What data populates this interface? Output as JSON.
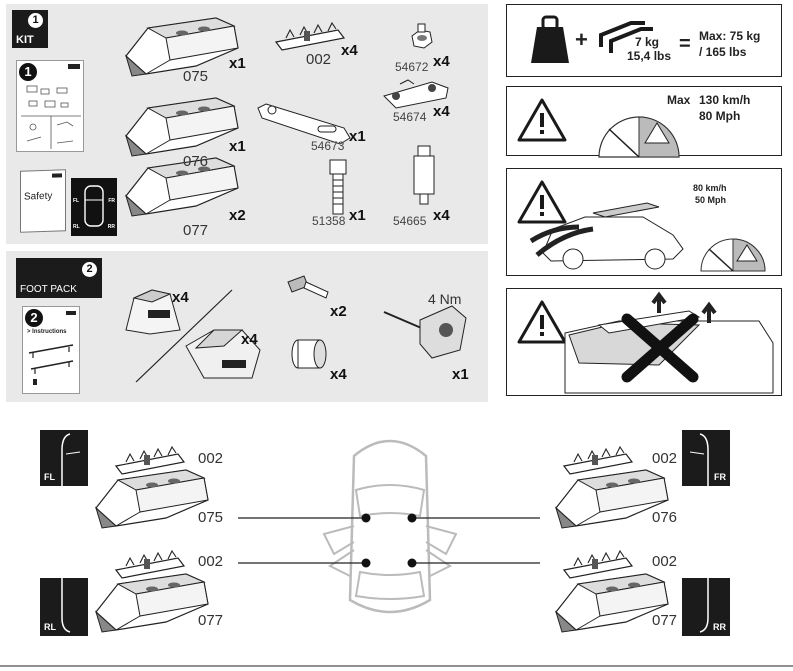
{
  "kit": {
    "tab_number": "1",
    "tab_label": "KIT",
    "booklet_number": "1",
    "safety_label": "Safety",
    "mini_car_labels": [
      "FL",
      "FR",
      "RL",
      "RR"
    ],
    "parts": [
      {
        "code": "075",
        "qty": "x1"
      },
      {
        "code": "076",
        "qty": "x1"
      },
      {
        "code": "077",
        "qty": "x2"
      },
      {
        "code": "002",
        "qty": "x4"
      },
      {
        "code": "54673",
        "qty": "x1"
      },
      {
        "code": "51358",
        "qty": "x1"
      },
      {
        "code": "54672",
        "qty": "x4"
      },
      {
        "code": "54674",
        "qty": "x4"
      },
      {
        "code": "54665",
        "qty": "x4"
      }
    ]
  },
  "foot_pack": {
    "tab_number": "2",
    "tab_label": "FOOT PACK",
    "booklet_number": "2",
    "instructions_label": "> Instructions",
    "foot_qty_1": "x4",
    "foot_qty_2": "x4",
    "key_qty": "x2",
    "lock_qty": "x4",
    "torque_label": "4 Nm",
    "tool_qty": "x1"
  },
  "warnings": {
    "load_weight": "7 kg",
    "load_weight_lbs": "15,4 lbs",
    "max_load": "Max: 75 kg",
    "max_load_lbs": "/ 165 lbs",
    "max_speed_label": "Max",
    "max_speed_kmh": "130 km/h",
    "max_speed_mph": "80 Mph",
    "crosswind_kmh": "80 km/h",
    "crosswind_mph": "50 Mph"
  },
  "placement": {
    "fl": {
      "corner": "FL",
      "code_top": "002",
      "code_bottom": "075"
    },
    "fr": {
      "corner": "FR",
      "code_top": "002",
      "code_bottom": "076"
    },
    "rl": {
      "corner": "RL",
      "code_top": "002",
      "code_bottom": "077"
    },
    "rr": {
      "corner": "RR",
      "code_top": "002",
      "code_bottom": "077"
    }
  }
}
